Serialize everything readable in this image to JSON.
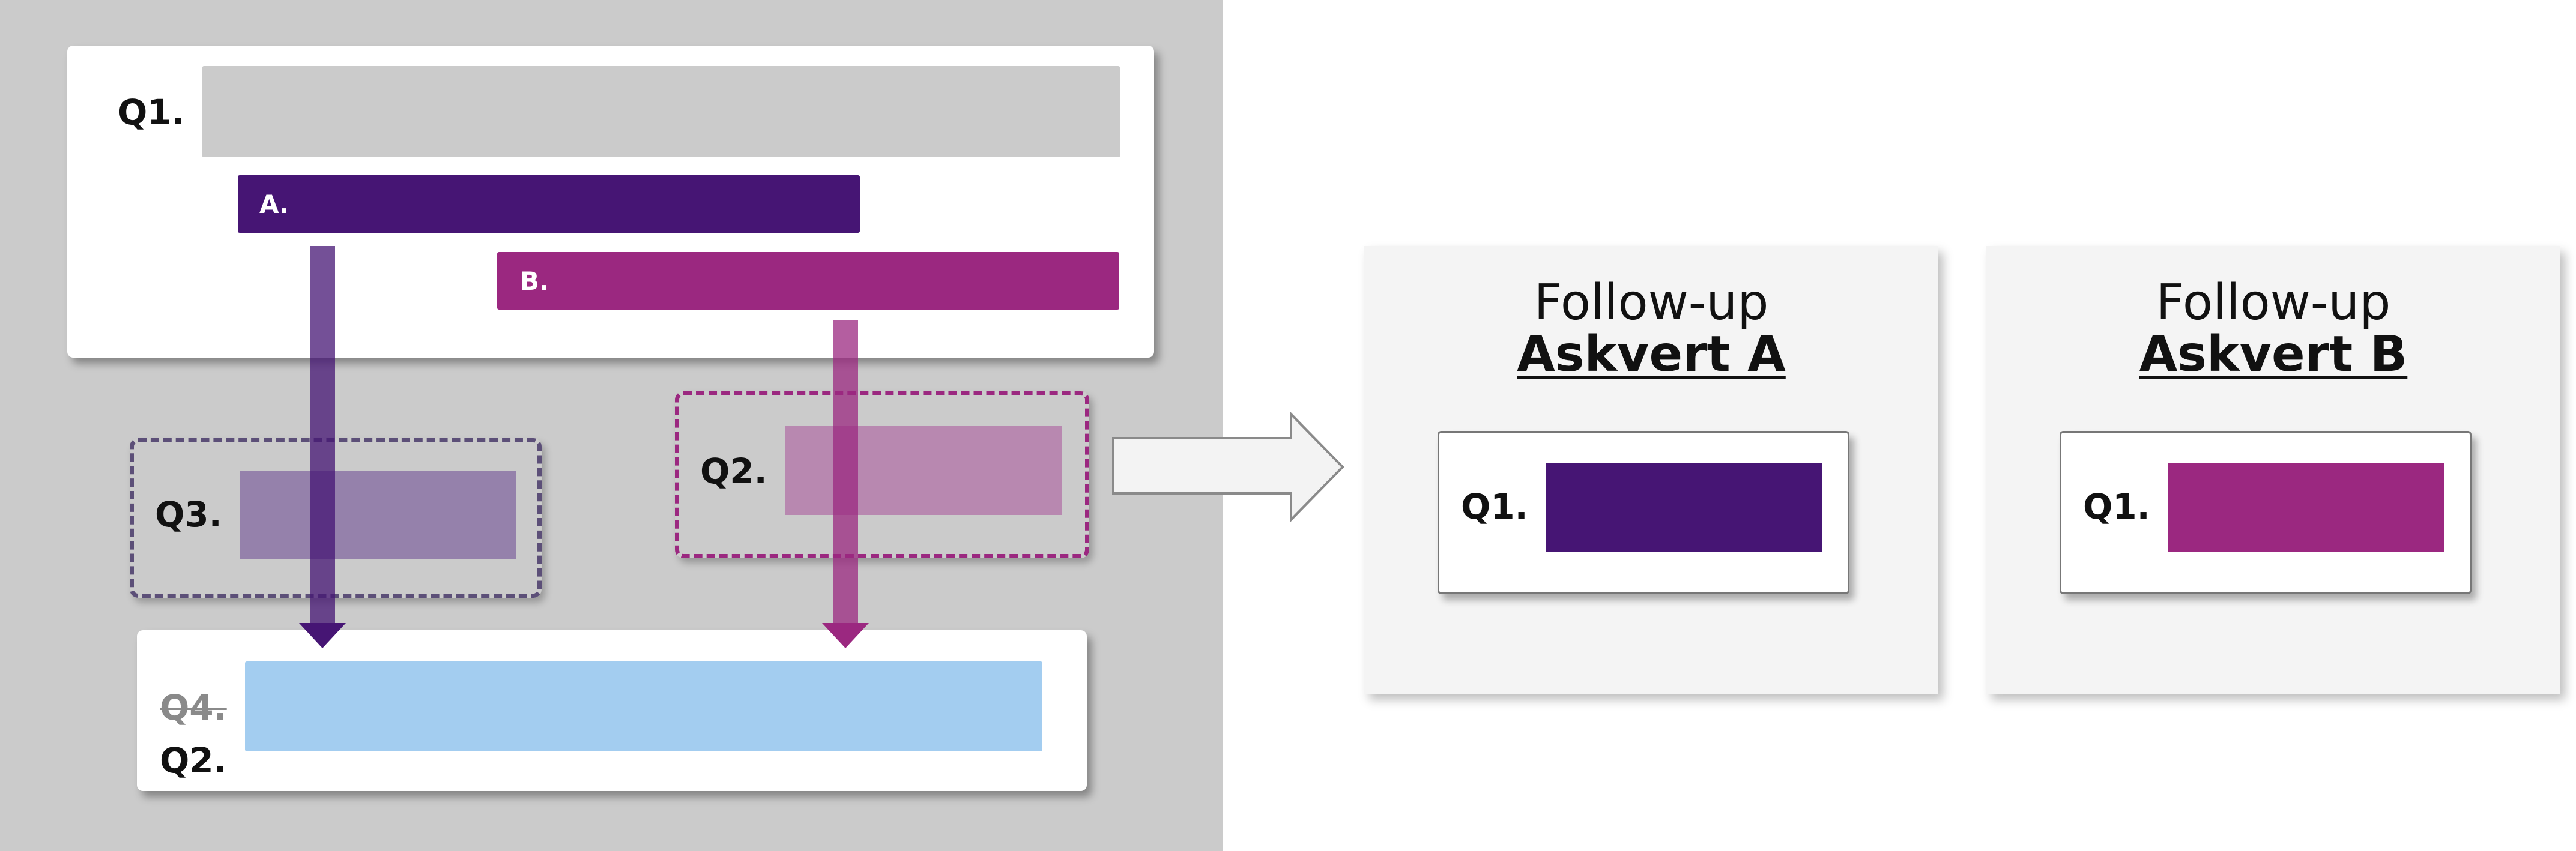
{
  "flow": {
    "q1_label": "Q1.",
    "option_a_label": "A.",
    "option_b_label": "B.",
    "q3_label": "Q3.",
    "q2_label": "Q2.",
    "q4_struck_label": "Q4.",
    "q4_replacement_label": "Q2."
  },
  "followups": [
    {
      "line1": "Follow-up",
      "line2": "Askvert A",
      "question_label": "Q1.",
      "bar_color": "#461574"
    },
    {
      "line1": "Follow-up",
      "line2": "Askvert B",
      "question_label": "Q1.",
      "bar_color": "#9b2880"
    }
  ],
  "colors": {
    "option_a": "#461574",
    "option_b": "#9b2880",
    "q3_fill": "#9581ab",
    "q2_fill": "#b888b0",
    "q4_fill": "#a3cdf0",
    "q1_fill": "#cbcbcb",
    "background_panel": "#cbcbcb"
  }
}
